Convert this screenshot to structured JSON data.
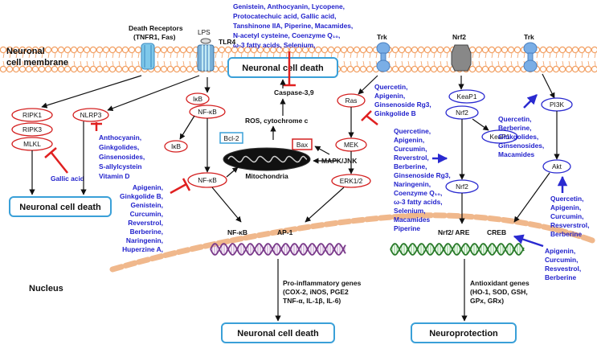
{
  "membrane": {
    "label_line1": "Neuronal",
    "label_line2": "cell membrane",
    "death_receptors_line1": "Death Receptors",
    "death_receptors_line2": "(TNFR1, Fas)",
    "lps": "LPS",
    "tlr4": "TLR4",
    "trk_left": "Trk",
    "nrf2_receptor": "Nrf2",
    "trk_right": "Trk"
  },
  "nodes": {
    "ripk1": "RIPK1",
    "ripk3": "RIPK3",
    "mlkl": "MLKL",
    "nlrp3": "NLRP3",
    "ikb_top": "IκB",
    "nfkb_top": "NF-κB",
    "ikb_free": "IκB",
    "nfkb_active": "NF-κB",
    "caspase": "Caspase-3,9",
    "ros": "ROS, cytochrome c",
    "bcl2": "Bcl-2",
    "bax": "Bax",
    "mitochondria": "Mitochondria",
    "mapk": "MAPK/JNK",
    "ras": "Ras",
    "mek": "MEK",
    "erk": "ERK1/2",
    "keap1_top": "KeaP1",
    "nrf2_top": "Nrf2",
    "keap1_right": "KeaP1",
    "nrf2_bottom": "Nrf2",
    "pi3k": "PI3K",
    "akt": "Akt"
  },
  "boxes": {
    "death_left": "Neuronal cell death",
    "death_top": "Neuronal cell death",
    "death_bottom": "Neuronal cell death",
    "neuroprotection": "Neuroprotection"
  },
  "nucleus": {
    "label": "Nucleus",
    "nfkb": "NF-κB",
    "ap1": "AP-1",
    "nrf2_are": "Nrf2/ ARE",
    "creb": "CREB",
    "proinflammatory": [
      "Pro-inflammatory genes",
      "(COX-2, iNOS, PGE2",
      "TNF-α, IL-1β, IL-6)"
    ],
    "antioxidant": [
      "Antioxidant genes",
      "(HO-1, SOD, GSH,",
      "GPx, GRx)"
    ]
  },
  "compounds": {
    "top": [
      "Genistein, Anthocyanin, Lycopene,",
      "Protocatechuic acid, Gallic acid,",
      "Tanshinone IIA, Piperine, Macamides,",
      "N-acetyl cysteine, Coenzyme Q₁₀,",
      "ω-3 fatty acids, Selenium,"
    ],
    "gallic": "Gallic acid",
    "nlrp3": [
      "Anthocyanin,",
      "Ginkgolides,",
      "Ginsenosides,",
      "S-allylcystein",
      "Vitamin D"
    ],
    "nfkb": [
      "Apigenin,",
      "Ginkgolide B,",
      "Genistein,",
      "Curcumin,",
      "Reverstrol,",
      "Berberine,",
      "Naringenin,",
      "Huperzine A,"
    ],
    "ras": [
      "Quercetin,",
      "Apigenin,",
      "Ginsenoside Rg3,",
      "Ginkgolide B"
    ],
    "nrf2": [
      "Quercetine,",
      "Apigenin,",
      "Curcumin,",
      "Reverstrol,",
      "Berberine,",
      "Ginsenoside Rg3,",
      "Naringenin,",
      "Coenzyme Q₁₀,",
      "ω-3 fatty acids,",
      "Selenium,",
      "Macamides",
      "Piperine"
    ],
    "pi3k": [
      "Quercetin,",
      "Berberine,",
      "Ginkgolides,",
      "Ginsenosides,",
      "Macamides"
    ],
    "akt": [
      "Quercetin,",
      "Apigenin,",
      "Curcumin,",
      "Resverstrol,",
      "Berberine"
    ],
    "creb": [
      "Apigenin,",
      "Curcumin,",
      "Resvestrol,",
      "Berberine"
    ]
  },
  "colors": {
    "compound_text": "#2222cc",
    "inhibit": "#e02020",
    "node_outline_red": "#d42020",
    "node_outline_blue": "#2a2ad0",
    "box_outline": "#3aa0d8",
    "membrane_head": "#f2a064",
    "receptor_blue": "#6aaee6",
    "nucleus_dash": "#f0b88c"
  }
}
